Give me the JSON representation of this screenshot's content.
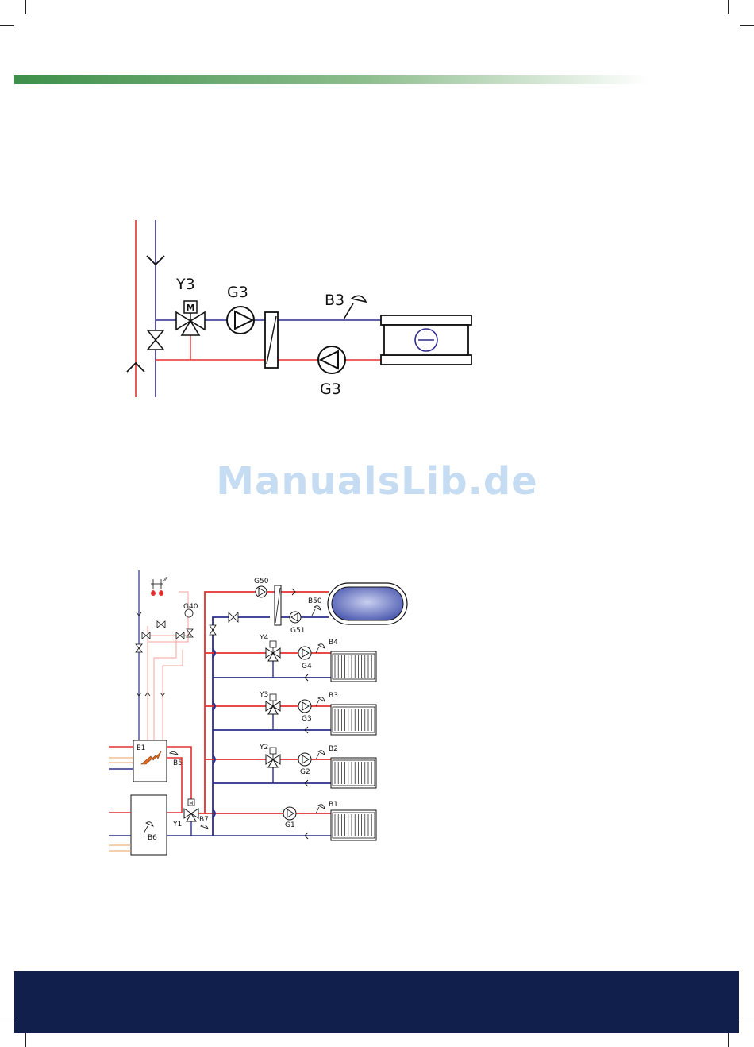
{
  "colors": {
    "supply_pipe": "#e53030",
    "return_pipe": "#2d2d8c",
    "secondary_pipe": "#f4a39a",
    "tertiary_pipe": "#e8a060",
    "top_band_start": "#3e8f4a",
    "top_band_end": "#ffffff",
    "footer_band": "#101f4b",
    "watermark": "#c6dcf2",
    "tank_fill": "#4d5bb0"
  },
  "watermark": {
    "text": "ManualsLib.de"
  },
  "diagram_top": {
    "labels": {
      "valve": "Y3",
      "pump_supply": "G3",
      "pump_return": "G3",
      "sensor": "B3",
      "motor": "M"
    }
  },
  "diagram_bottom": {
    "labels": {
      "g50": "G50",
      "b50": "B50",
      "g51": "G51",
      "g40": "G40",
      "y4": "Y4",
      "g4": "G4",
      "b4": "B4",
      "y3": "Y3",
      "g3": "G3",
      "b3": "B3",
      "y2": "Y2",
      "g2": "G2",
      "b2": "B2",
      "b1": "B1",
      "g1": "G1",
      "e1": "E1",
      "b5": "B5",
      "b6": "B6",
      "y1": "Y1",
      "b7": "B7",
      "motor": "M"
    }
  }
}
